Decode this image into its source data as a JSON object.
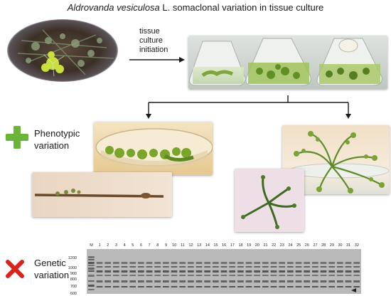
{
  "title": {
    "italic": "Aldrovanda vesiculosa",
    "rest": " L. somaclonal variation in tissue culture"
  },
  "step_label": [
    "tissue",
    "culture",
    "initiation"
  ],
  "phenotypic_label": [
    "Phenotypic",
    "variation"
  ],
  "genetic_label": [
    "Genetic",
    "variation"
  ],
  "icons": {
    "plus": "plus-icon",
    "cross": "cross-icon"
  },
  "colors": {
    "plus": "#6ab43a",
    "cross": "#d9231b",
    "arrow": "#1a1a1a"
  },
  "gel": {
    "lanes": [
      "M",
      "1",
      "2",
      "3",
      "4",
      "5",
      "6",
      "7",
      "8",
      "9",
      "10",
      "11",
      "12",
      "13",
      "14",
      "15",
      "16",
      "17",
      "18",
      "19",
      "20",
      "21",
      "22",
      "23",
      "24",
      "25",
      "26",
      "27",
      "28",
      "29",
      "30",
      "31",
      "32"
    ],
    "markers": [
      "1200",
      "1000",
      "900",
      "800",
      "700",
      "600"
    ]
  }
}
